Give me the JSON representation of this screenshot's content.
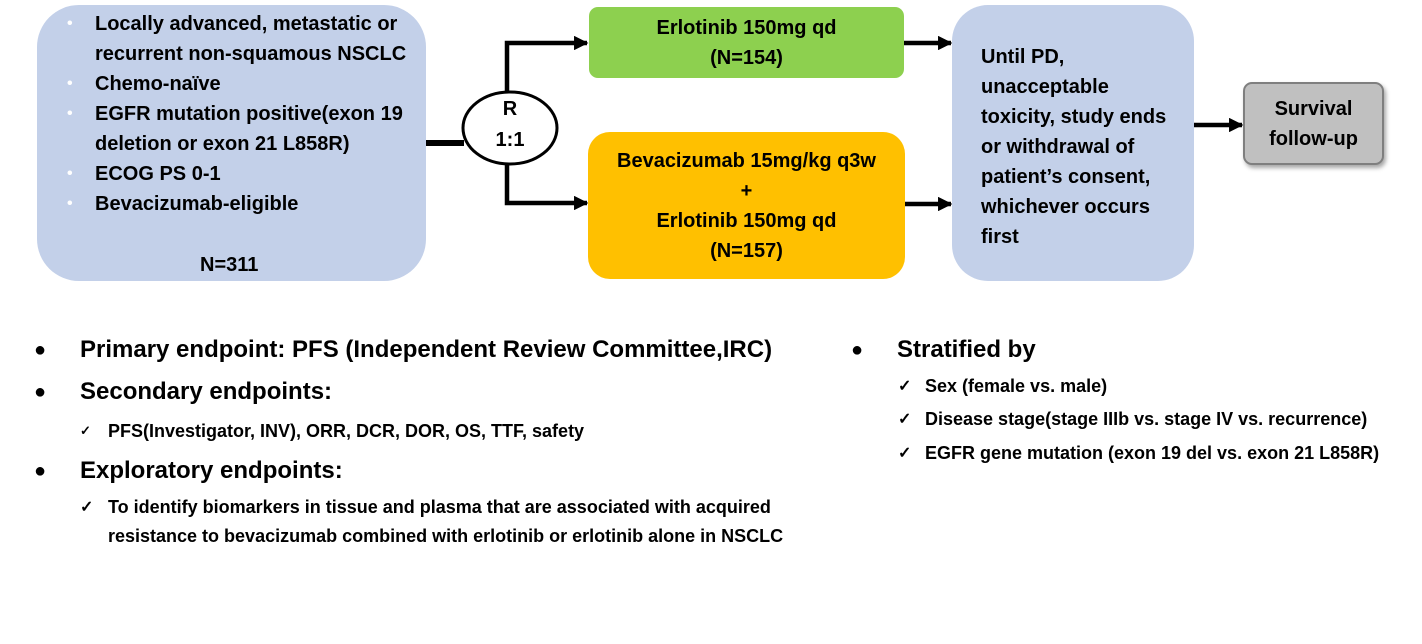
{
  "eligibility": {
    "items": [
      "Locally advanced, metastatic or recurrent non-squamous NSCLC",
      "Chemo-naïve",
      "EGFR mutation positive(exon 19 deletion or exon 21 L858R)",
      "ECOG PS 0-1",
      "Bevacizumab-eligible"
    ],
    "n": "N=311"
  },
  "randomization": {
    "label": "R",
    "ratio": "1:1"
  },
  "arms": [
    {
      "lines": [
        "Erlotinib 150mg qd",
        "(N=154)"
      ],
      "color": "#8dd04f"
    },
    {
      "lines": [
        "Bevacizumab 15mg/kg q3w",
        "+",
        "Erlotinib 150mg qd",
        "(N=157)"
      ],
      "color": "#ffc000"
    }
  ],
  "duration": {
    "text": "Until PD, unacceptable toxicity, study ends or withdrawal of patient’s consent, whichever occurs first"
  },
  "followup": {
    "lines": [
      "Survival",
      "follow-up"
    ]
  },
  "endpoints": {
    "primary": "Primary endpoint: PFS (Independent Review Committee,IRC)",
    "secondary": {
      "heading": "Secondary endpoints:",
      "items": [
        "PFS(Investigator, INV), ORR, DCR, DOR, OS, TTF, safety"
      ]
    },
    "exploratory": {
      "heading": "Exploratory endpoints:",
      "items": [
        "To identify biomarkers in tissue and plasma that are associated with acquired",
        "resistance to bevacizumab combined with erlotinib or erlotinib alone in NSCLC"
      ]
    }
  },
  "stratification": {
    "heading": "Stratified by",
    "items": [
      "Sex (female vs. male)",
      "Disease stage(stage IIIb vs. stage IV vs. recurrence)",
      "EGFR gene mutation (exon 19 del vs. exon 21 L858R)"
    ]
  },
  "colors": {
    "box_blue": "#c3d0e9",
    "arm1": "#8dd04f",
    "arm2": "#ffc000",
    "followup": "#c0c0c0"
  }
}
